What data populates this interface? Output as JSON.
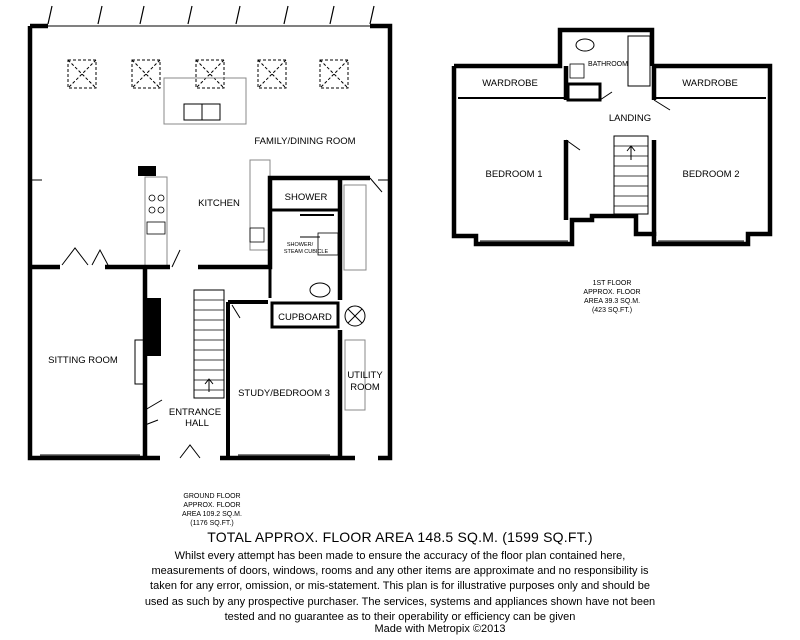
{
  "rooms": {
    "family_dining": "FAMILY/DINING ROOM",
    "kitchen": "KITCHEN",
    "shower": "SHOWER",
    "shower_steam_cubicle_1": "SHOWER/",
    "shower_steam_cubicle_2": "STEAM CUBICLE",
    "sitting": "SITTING ROOM",
    "entrance_1": "ENTRANCE",
    "entrance_2": "HALL",
    "cupboard": "CUPBOARD",
    "utility_1": "UTILITY",
    "utility_2": "ROOM",
    "study": "STUDY/BEDROOM 3",
    "bathroom": "BATHROOM",
    "wardrobe_left": "WARDROBE",
    "wardrobe_right": "WARDROBE",
    "landing": "LANDING",
    "bedroom1": "BEDROOM 1",
    "bedroom2": "BEDROOM 2"
  },
  "ground_floor": {
    "line1": "GROUND FLOOR",
    "line2": "APPROX. FLOOR",
    "line3": "AREA 109.2 SQ.M.",
    "line4": "(1176 SQ.FT.)"
  },
  "first_floor": {
    "line1": "1ST FLOOR",
    "line2": "APPROX. FLOOR",
    "line3": "AREA 39.3 SQ.M.",
    "line4": "(423 SQ.FT.)"
  },
  "total": "TOTAL APPROX. FLOOR AREA 148.5 SQ.M. (1599 SQ.FT.)",
  "disclaimer": "Whilst every attempt has been made to ensure the accuracy of the floor plan contained here, measurements of doors, windows, rooms and any other items are approximate and no responsibility is taken for any error, omission, or mis-statement. This plan is for illustrative purposes only and should be used as such by any prospective purchaser. The services, systems and appliances shown have not been tested and no guarantee as to their operability or efficiency can be given",
  "made_with": "Made with Metropix ©2013"
}
